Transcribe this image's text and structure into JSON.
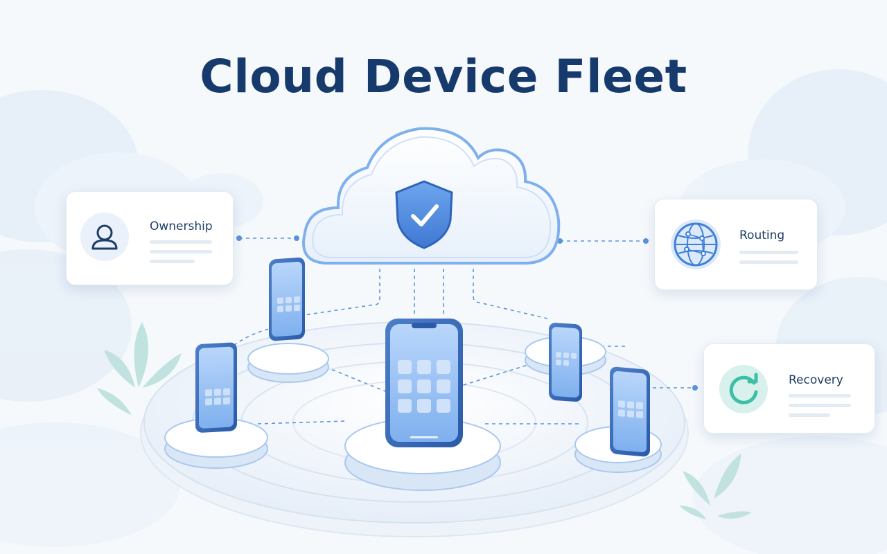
{
  "title": "Cloud Device Fleet",
  "cards": {
    "ownership": {
      "label": "Ownership",
      "icon": "user-icon"
    },
    "routing": {
      "label": "Routing",
      "icon": "globe-network-icon"
    },
    "recovery": {
      "label": "Recovery",
      "icon": "refresh-icon"
    }
  },
  "hub": {
    "icon": "shield-check-icon",
    "shape": "cloud"
  },
  "device_count": 5,
  "colors": {
    "title": "#163a6b",
    "accent_blue": "#3f7fd8",
    "recovery_teal": "#3dbfa6",
    "card_bg": "#ffffff",
    "dashed_connector": "#5b93db"
  }
}
